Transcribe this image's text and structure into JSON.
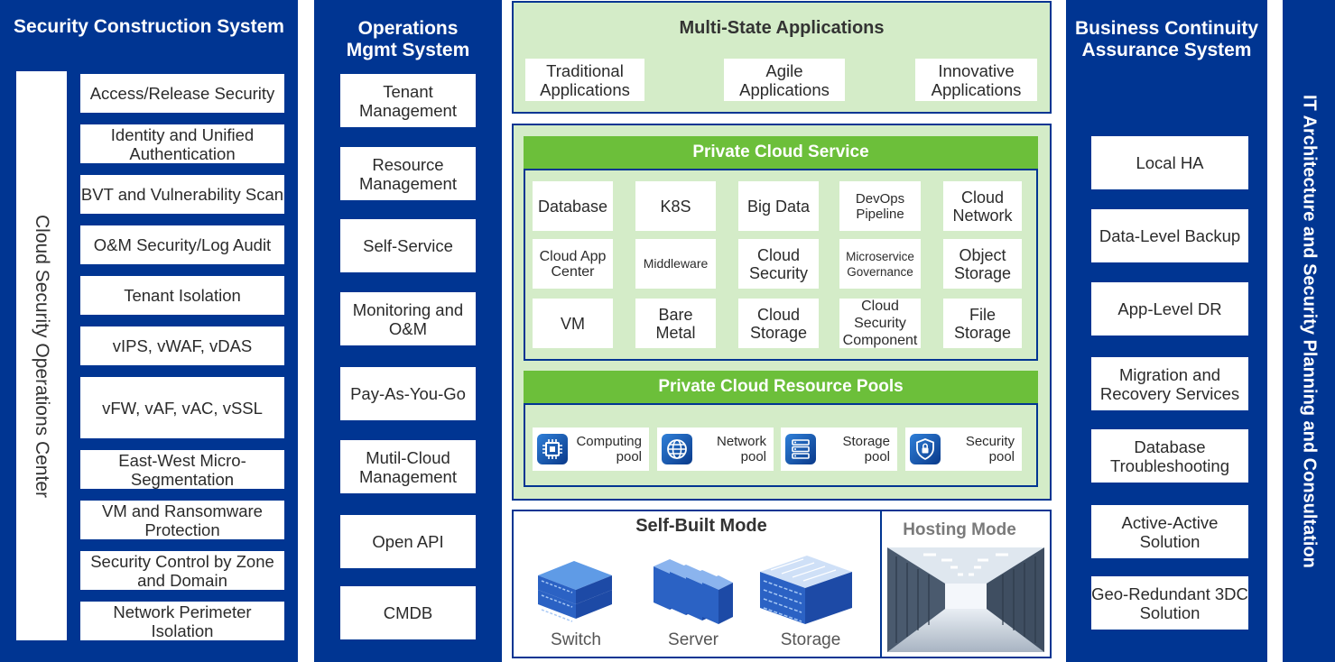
{
  "security_column": {
    "title": "Security Construction System",
    "operations_center": "Cloud Security Operations Center",
    "items": [
      "Access/Release Security",
      "Identity and Unified Authentication",
      "BVT and Vulnerability Scan",
      "O&M Security/Log Audit",
      "Tenant Isolation",
      "vIPS, vWAF, vDAS",
      "vFW, vAF, vAC, vSSL",
      "East-West Micro-Segmentation",
      "VM and Ransomware Protection",
      "Security Control by Zone and Domain",
      "Network Perimeter Isolation"
    ]
  },
  "operations_column": {
    "title": "Operations Mgmt System",
    "items": [
      "Tenant Management",
      "Resource Management",
      "Self-Service",
      "Monitoring and O&M",
      "Pay-As-You-Go",
      "Mutil-Cloud Management",
      "Open API",
      "CMDB"
    ]
  },
  "multi_state": {
    "title": "Multi-State Applications",
    "apps": [
      "Traditional Applications",
      "Agile Applications",
      "Innovative Applications"
    ]
  },
  "private_cloud_service": {
    "title": "Private Cloud Service",
    "services": [
      "Database",
      "K8S",
      "Big Data",
      "DevOps Pipeline",
      "Cloud Network",
      "Cloud App Center",
      "Middleware",
      "Cloud Security",
      "Microservice Governance",
      "Object Storage",
      "VM",
      "Bare Metal",
      "Cloud Storage",
      "Cloud Security Component",
      "File Storage"
    ]
  },
  "resource_pools": {
    "title": "Private Cloud Resource Pools",
    "pools": [
      {
        "label": "Computing pool",
        "icon": "chip-icon"
      },
      {
        "label": "Network pool",
        "icon": "globe-icon"
      },
      {
        "label": "Storage pool",
        "icon": "storage-icon"
      },
      {
        "label": "Security pool",
        "icon": "shield-icon"
      }
    ]
  },
  "self_built": {
    "title": "Self-Built Mode",
    "devices": [
      "Switch",
      "Server",
      "Storage"
    ]
  },
  "hosting": {
    "title": "Hosting Mode"
  },
  "continuity_column": {
    "title": "Business Continuity Assurance System",
    "items": [
      "Local HA",
      "Data-Level Backup",
      "App-Level DR",
      "Migration and Recovery Services",
      "Database Troubleshooting",
      "Active-Active Solution",
      "Geo-Redundant 3DC Solution"
    ]
  },
  "right_strip": {
    "title": "IT Architecture and Security Planning and Consultation"
  },
  "colors": {
    "navy": "#003592",
    "green_bar": "#6cbf3a",
    "green_panel": "#d4ecc8"
  }
}
